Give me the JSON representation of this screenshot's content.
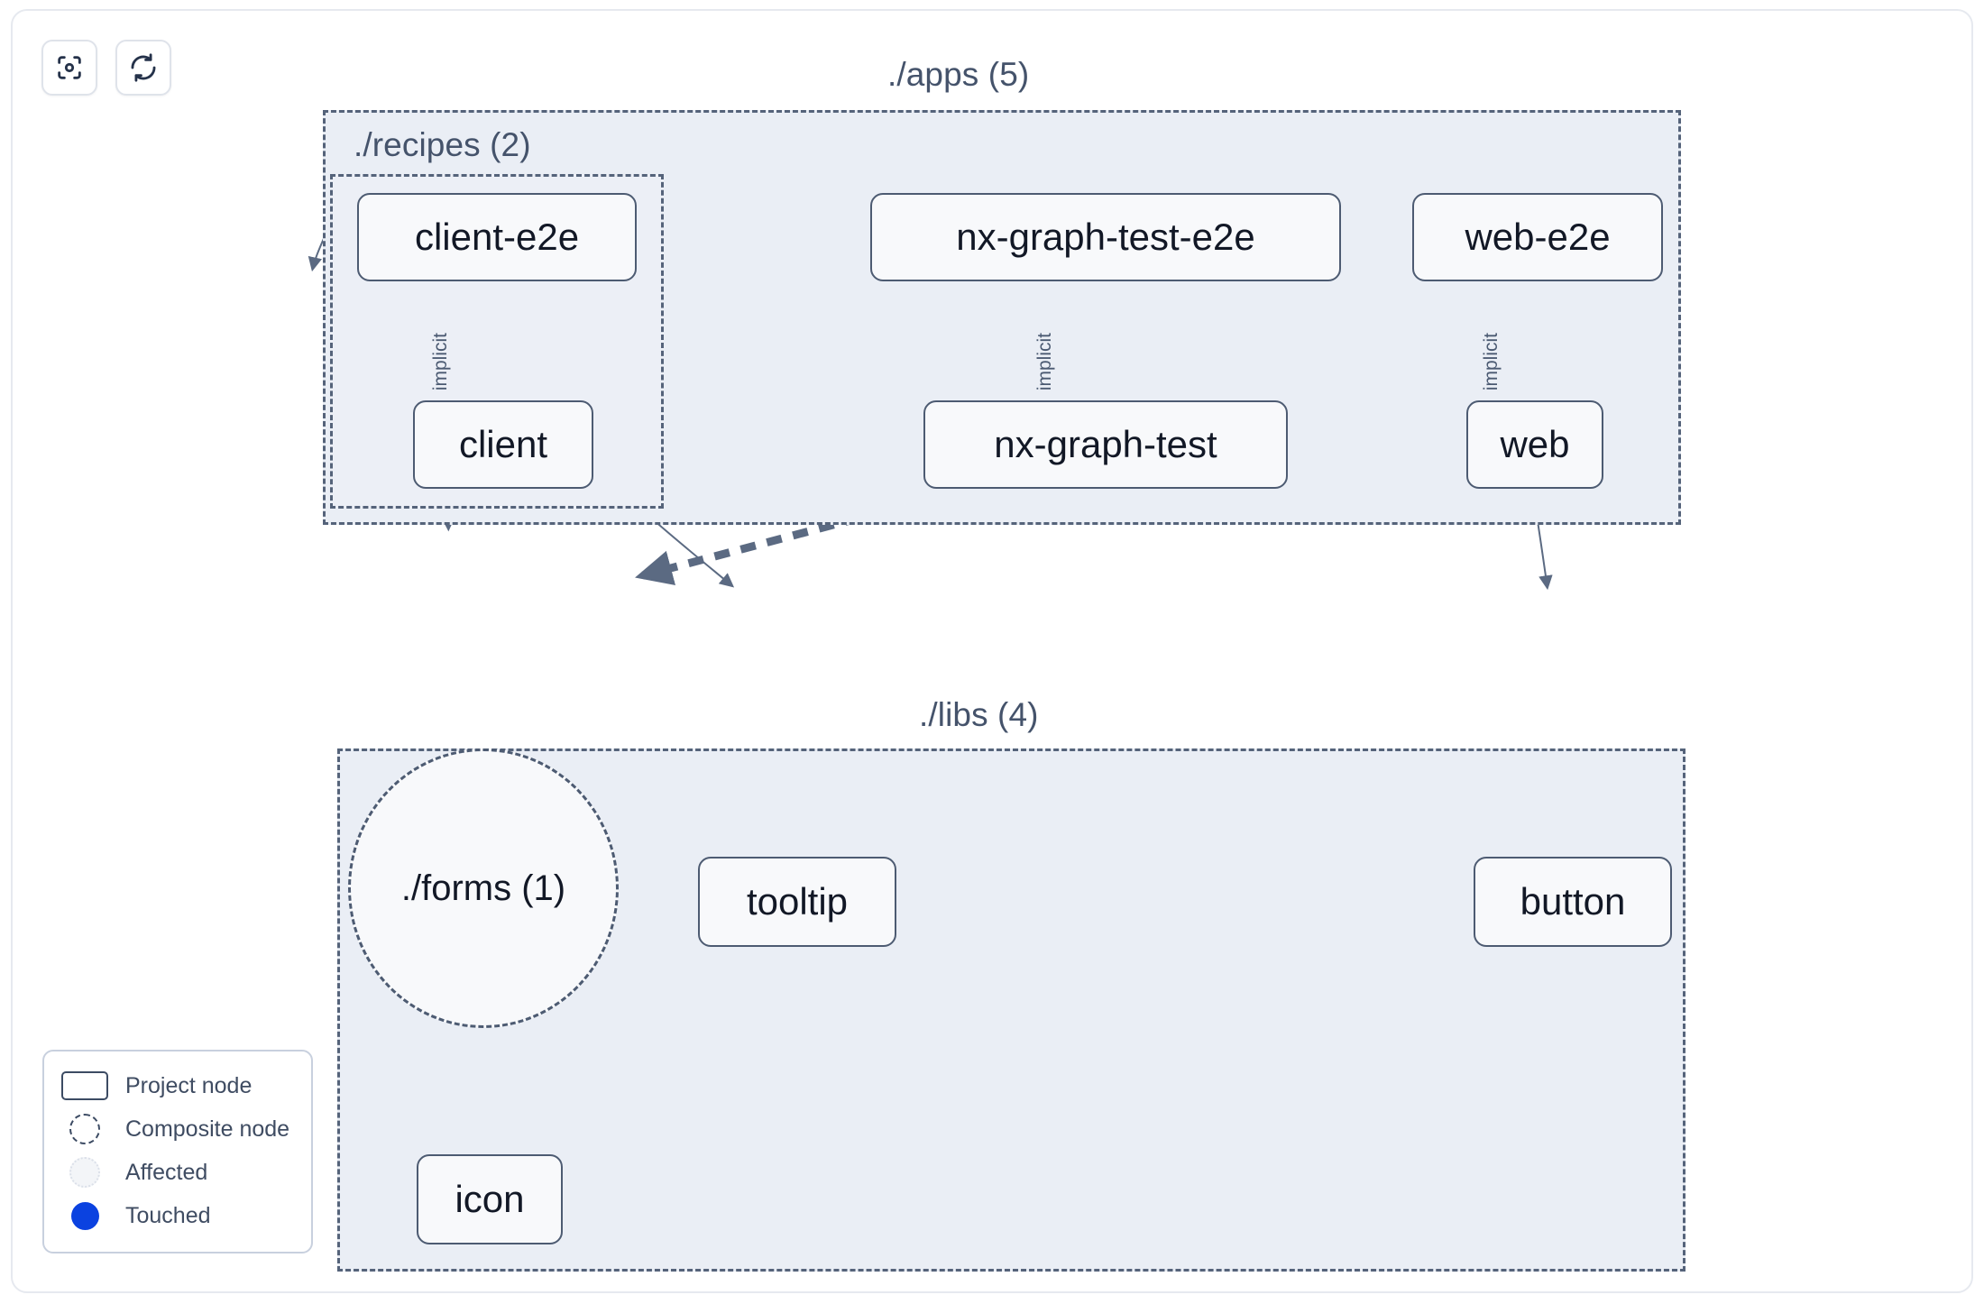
{
  "toolbar": {
    "buttons": [
      {
        "name": "focus-graph-button",
        "icon": "focus-target-icon",
        "label": ""
      },
      {
        "name": "refresh-graph-button",
        "icon": "refresh-icon",
        "label": ""
      }
    ]
  },
  "graph": {
    "groups": [
      {
        "id": "apps",
        "label": "./apps (5)",
        "count": 5
      },
      {
        "id": "recipes",
        "label": "./recipes (2)",
        "count": 2
      },
      {
        "id": "libs",
        "label": "./libs (4)",
        "count": 4
      }
    ],
    "nodes": [
      {
        "id": "client-e2e",
        "label": "client-e2e",
        "type": "project",
        "group": "recipes"
      },
      {
        "id": "client",
        "label": "client",
        "type": "project",
        "group": "recipes"
      },
      {
        "id": "nx-graph-test-e2e",
        "label": "nx-graph-test-e2e",
        "type": "project",
        "group": "apps"
      },
      {
        "id": "nx-graph-test",
        "label": "nx-graph-test",
        "type": "project",
        "group": "apps"
      },
      {
        "id": "web-e2e",
        "label": "web-e2e",
        "type": "project",
        "group": "apps"
      },
      {
        "id": "web",
        "label": "web",
        "type": "project",
        "group": "apps"
      },
      {
        "id": "forms",
        "label": "./forms (1)",
        "type": "composite",
        "group": "libs"
      },
      {
        "id": "tooltip",
        "label": "tooltip",
        "type": "project",
        "group": "libs"
      },
      {
        "id": "button",
        "label": "button",
        "type": "project",
        "group": "libs"
      },
      {
        "id": "icon",
        "label": "icon",
        "type": "project",
        "group": "libs"
      }
    ],
    "edges": [
      {
        "from": "client-e2e",
        "to": "client",
        "label": "implicit",
        "style": "implicit"
      },
      {
        "from": "nx-graph-test-e2e",
        "to": "nx-graph-test",
        "label": "implicit",
        "style": "implicit"
      },
      {
        "from": "web-e2e",
        "to": "web",
        "label": "implicit",
        "style": "implicit"
      },
      {
        "from": "client",
        "to": "forms",
        "label": "",
        "style": "static-dashed"
      },
      {
        "from": "client",
        "to": "tooltip",
        "label": "",
        "style": "dynamic-solid"
      },
      {
        "from": "web",
        "to": "forms",
        "label": "",
        "style": "static-dashed"
      },
      {
        "from": "web",
        "to": "button",
        "label": "",
        "style": "dynamic-solid"
      },
      {
        "from": "forms",
        "to": "icon",
        "label": "",
        "style": "static-dashed"
      }
    ]
  },
  "legend": {
    "items": [
      {
        "name": "legend-project-node",
        "label": "Project node",
        "swatch": "rect-outline"
      },
      {
        "name": "legend-composite-node",
        "label": "Composite node",
        "swatch": "dashed-circle"
      },
      {
        "name": "legend-affected",
        "label": "Affected",
        "swatch": "affected-circle"
      },
      {
        "name": "legend-touched",
        "label": "Touched",
        "swatch": "touched-dot"
      }
    ]
  },
  "colors": {
    "node_border": "#4d5b72",
    "node_fill": "#f8f9fb",
    "group_fill": "#eaeef5",
    "group_border": "#55637a",
    "edge": "#5b6a82",
    "touched": "#0b42e0",
    "text": "#121826",
    "panel_border": "#e6e9ef"
  }
}
